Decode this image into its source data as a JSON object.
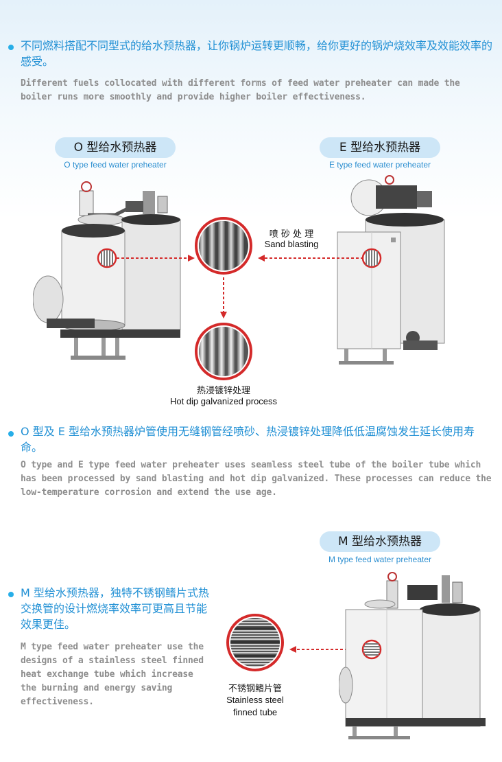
{
  "intro": {
    "cn": "不同燃料搭配不同型式的给水预热器，让你锅炉运转更顺畅，给你更好的锅炉烧效率及效能效率的感受。",
    "en": "Different fuels collocated with different forms of feed water preheater can made the boiler runs more smoothly and provide higher boiler effectiveness."
  },
  "o_type": {
    "title": "O 型给水预热器",
    "subtitle": "O type feed water preheater"
  },
  "e_type": {
    "title": "E 型给水预热器",
    "subtitle": "E type feed water preheater"
  },
  "sand": {
    "cn": "喷 砂 处 理",
    "en": "Sand blasting"
  },
  "galv": {
    "cn": "热浸镀锌处理",
    "en": "Hot dip galvanized process"
  },
  "section2": {
    "cn": "O 型及 E 型给水预热器炉管使用无缝钢管经喷砂、热浸镀锌处理降低低温腐蚀发生延长使用寿命。",
    "en": "O type and E type feed water preheater uses seamless steel tube of the boiler tube which has been processed by sand blasting and hot dip galvanized. These processes can reduce the low-temperature corrosion and extend the use age."
  },
  "m_type": {
    "title": "M 型给水预热器",
    "subtitle": "M type feed water preheater"
  },
  "section3": {
    "cn": "M 型给水预热器，独特不锈钢鳍片式热交换管的设计燃烧率效率可更高且节能效果更佳。",
    "en": "M type feed water preheater use the designs of a stainless steel finned heat exchange tube which increase the burning and energy saving effectiveness."
  },
  "finned": {
    "cn": "不锈钢鳍片管",
    "en1": "Stainless steel",
    "en2": "finned tube"
  },
  "colors": {
    "accent": "#1f8fd4",
    "bullet": "#27aee8",
    "pill": "#cde6f7",
    "arrow": "#d42a2a"
  }
}
